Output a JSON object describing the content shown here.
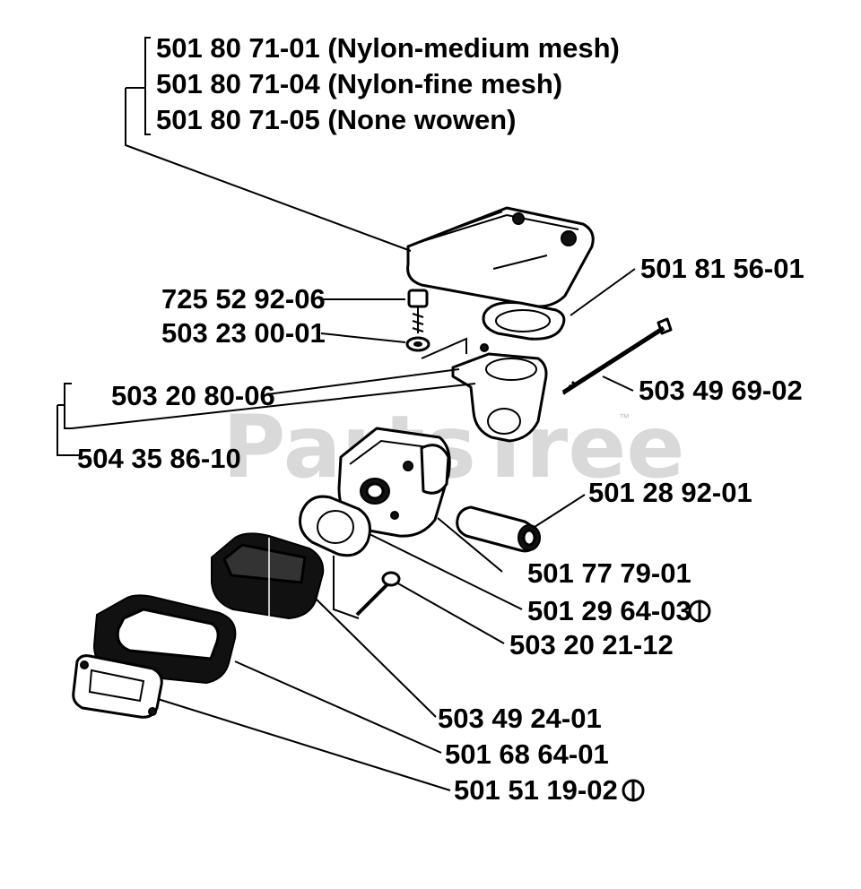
{
  "watermark": {
    "text": "PartsTree",
    "trademark": "™"
  },
  "callouts": [
    {
      "id": "c1",
      "part_number": "501 80 71-01",
      "description": "(Nylon-medium mesh)",
      "note_icon": false
    },
    {
      "id": "c2",
      "part_number": "501 80 71-04",
      "description": "(Nylon-fine mesh)",
      "note_icon": false
    },
    {
      "id": "c3",
      "part_number": "501 80 71-05",
      "description": "(None wowen)",
      "note_icon": false
    },
    {
      "id": "c4",
      "part_number": "501 81 56-01",
      "description": "",
      "note_icon": false
    },
    {
      "id": "c5",
      "part_number": "725 52 92-06",
      "description": "",
      "note_icon": false
    },
    {
      "id": "c6",
      "part_number": "503 23 00-01",
      "description": "",
      "note_icon": false
    },
    {
      "id": "c7",
      "part_number": "503 49 69-02",
      "description": "",
      "note_icon": false
    },
    {
      "id": "c8",
      "part_number": "503 20 80-06",
      "description": "",
      "note_icon": false
    },
    {
      "id": "c9",
      "part_number": "504 35 86-10",
      "description": "",
      "note_icon": false
    },
    {
      "id": "c10",
      "part_number": "501 28 92-01",
      "description": "",
      "note_icon": false
    },
    {
      "id": "c11",
      "part_number": "501 77 79-01",
      "description": "",
      "note_icon": false
    },
    {
      "id": "c12",
      "part_number": "501 29 64-03",
      "description": "",
      "note_icon": true
    },
    {
      "id": "c13",
      "part_number": "503 20 21-12",
      "description": "",
      "note_icon": false
    },
    {
      "id": "c14",
      "part_number": "503 49 24-01",
      "description": "",
      "note_icon": false
    },
    {
      "id": "c15",
      "part_number": "501 68 64-01",
      "description": "",
      "note_icon": false
    },
    {
      "id": "c16",
      "part_number": "501 51 19-02",
      "description": "",
      "note_icon": true
    }
  ]
}
